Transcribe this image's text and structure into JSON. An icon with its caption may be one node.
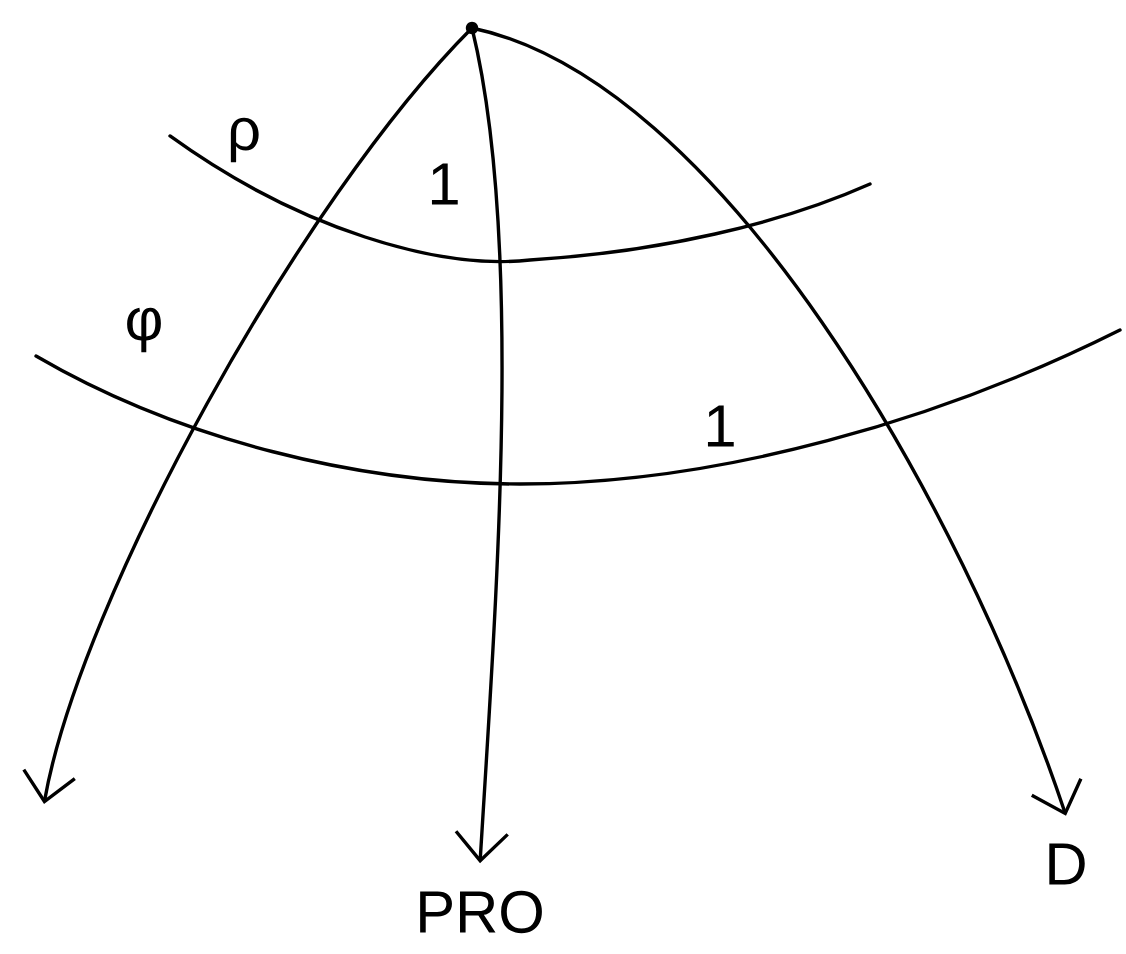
{
  "diagram": {
    "nodes": [
      {
        "text": [],
        "shape": "dot"
      },
      {
        "text": [
          "PRO"
        ]
      },
      {
        "text": [
          "D"
        ]
      }
    ],
    "edges": [
      {
        "from": 0,
        "to": null,
        "arrow": "to"
      },
      {
        "from": 0,
        "to": 1,
        "arrow": "to"
      },
      {
        "from": 0,
        "to": 2,
        "arrow": "to"
      }
    ],
    "labels": [
      "ρ",
      "1",
      "φ",
      "1"
    ]
  }
}
